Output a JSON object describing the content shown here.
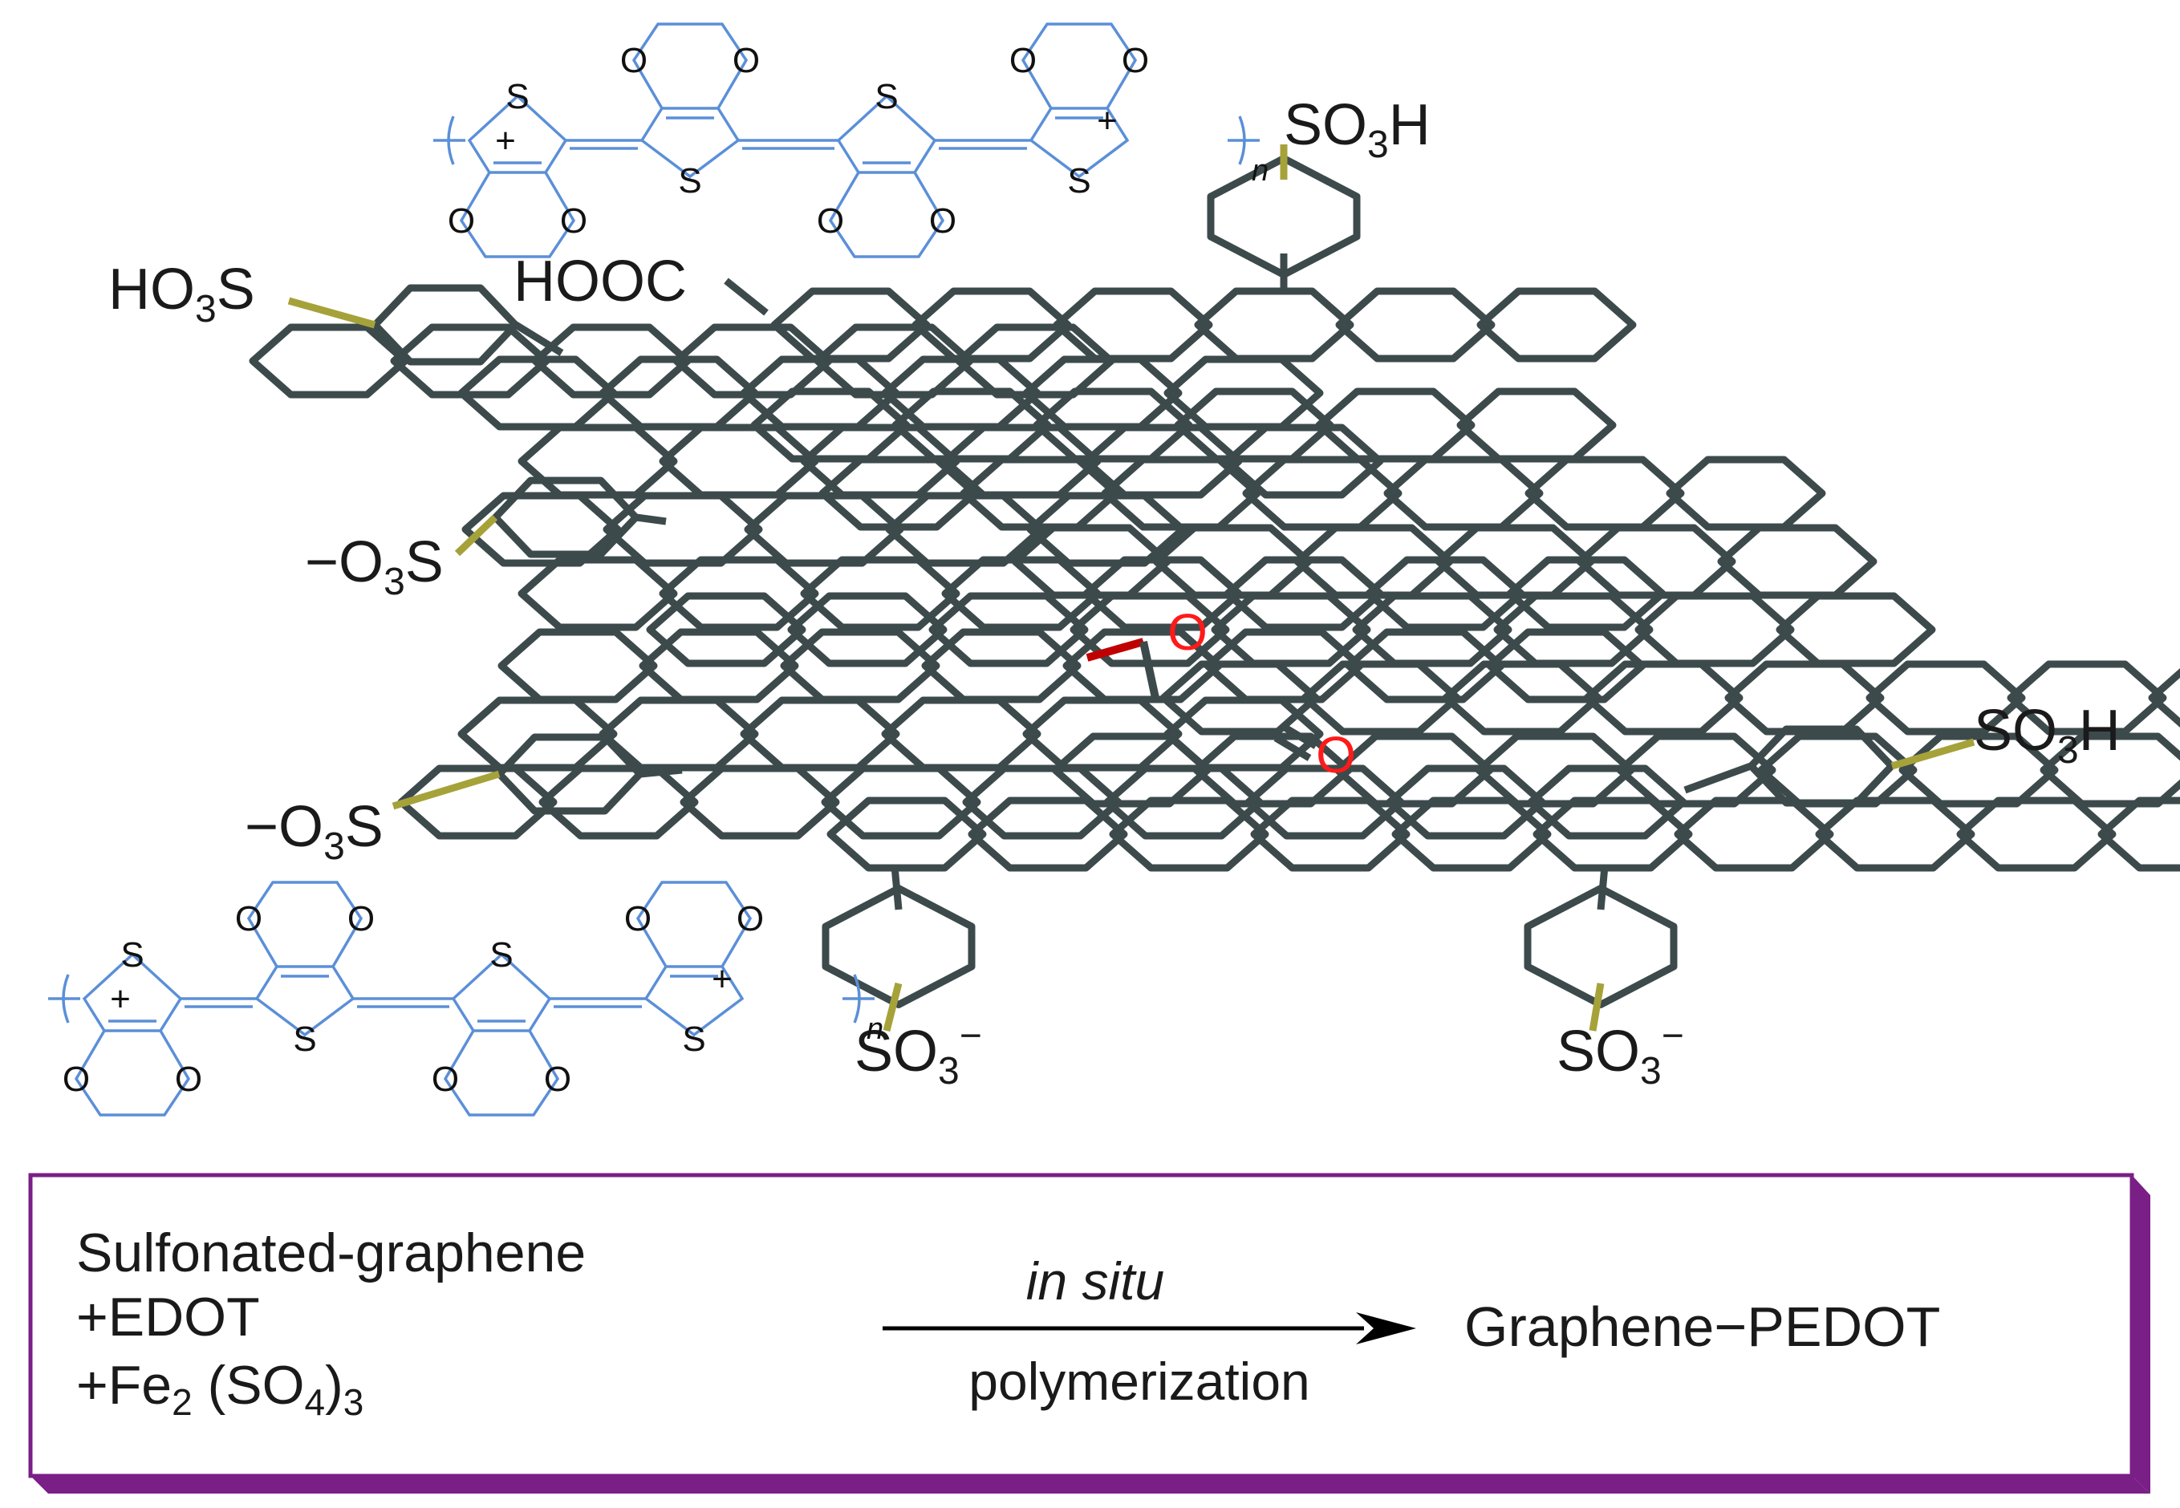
{
  "colors": {
    "graphene_bond": "#3d4a4c",
    "pedot_bond": "#5b8fd8",
    "sulfonate_bond": "#a6a23a",
    "oxygen_red": "#ff1a1a",
    "box_border": "#7a1f86"
  },
  "graphene_labels": {
    "so3h_top": [
      "SO",
      "3",
      "H"
    ],
    "ho3s_left": [
      "HO",
      "3",
      "S"
    ],
    "hooc": "HOOC",
    "o3s_left_upper": [
      "−O",
      "3",
      "S"
    ],
    "o3s_left_lower": [
      "−O",
      "3",
      "S"
    ],
    "so3h_right": [
      "SO",
      "3",
      "H"
    ],
    "so3_bottom_left": [
      "SO",
      "3",
      "−"
    ],
    "so3_bottom_right": [
      "SO",
      "3",
      "−"
    ],
    "epoxide_o": "O",
    "carbonyl_o": "O"
  },
  "pedot_labels": {
    "oxygen": "O",
    "sulfur": "S",
    "plus": "+",
    "repeat": "n"
  },
  "reaction": {
    "reactant_1": "Sulfonated-graphene",
    "reactant_2": "+EDOT",
    "reactant_3": [
      "+Fe",
      "2",
      " (SO",
      "4",
      ")",
      "3"
    ],
    "arrow_top": "in situ",
    "arrow_bottom": "polymerization",
    "product": "Graphene−PEDOT"
  }
}
